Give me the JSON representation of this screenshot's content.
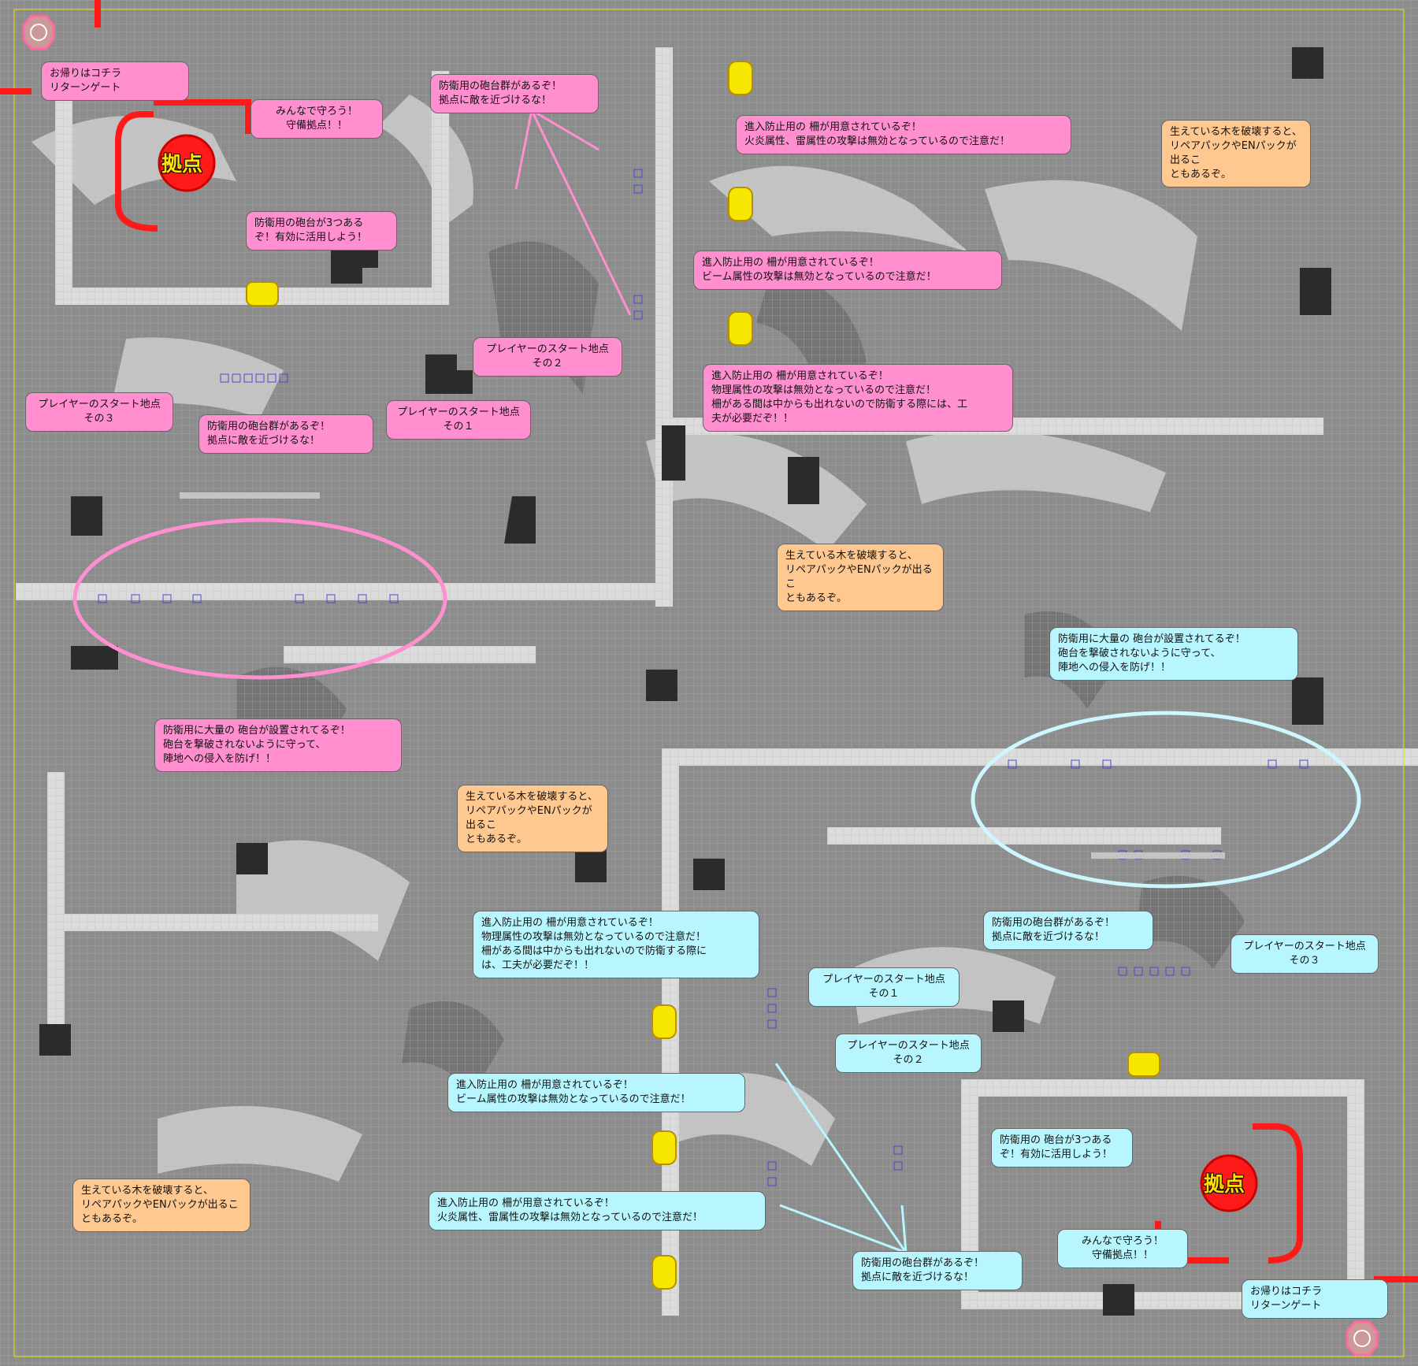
{
  "map": {
    "colors": {
      "ground": "#8c8c8c",
      "path": "#c4c4c4",
      "road": "#dcdcdc",
      "dark": "#6e6e6e",
      "tree": "#2b2b2b",
      "base_red": "#ff1a1a",
      "gate_yellow": "#f7e600",
      "callout_pink": "#ff8fcf",
      "callout_orange": "#ffc890",
      "callout_cyan": "#b7f6ff"
    },
    "icons": [
      "return-gate-icon",
      "base-icon",
      "barricade-gate-icon",
      "cannon-turret-icon",
      "tree-icon"
    ],
    "bases": [
      {
        "label": "拠点"
      },
      {
        "label": "拠点"
      }
    ],
    "callouts": {
      "p_return": "お帰りはコチラ\nリターンゲート",
      "p_protect": "みんなで守ろう！\n守備拠点！！",
      "p_turret3": "防衛用の砲台が3つある\nぞ！有効に活用しよう！",
      "p_turret_group_top": "防衛用の砲台群があるぞ！\n拠点に敵を近づけるな！",
      "p_start2": "プレイヤーのスタート地点\nその２",
      "p_start3": "プレイヤーのスタート地点\nその３",
      "p_turret_group_mid": "防衛用の砲台群があるぞ！\n拠点に敵を近づけるな！",
      "p_start1": "プレイヤーのスタート地点\nその１",
      "p_mass_turret": "防衛用に大量の 砲台が設置されてるぞ！\n砲台を撃破されないように守って、\n陣地への侵入を防げ！！",
      "c_gate_fire": "進入防止用の 柵が用意されているぞ！\n火炎属性、雷属性の攻撃は無効となっているので注意だ！",
      "c_gate_beam": "進入防止用の 柵が用意されているぞ！\nビーム属性の攻撃は無効となっているので注意だ！",
      "c_gate_phys": "進入防止用の 柵が用意されているぞ！\n物理属性の攻撃は無効となっているので注意だ！\n柵がある間は中からも出れないので防衛する際には、工\n夫が必要だぞ！！",
      "o_tree_tr": "生えている木を破壊すると、\nリペアパックやENパックが出るこ\nともあるぞ。",
      "o_tree_mid": "生えている木を破壊すると、\nリペアパックやENパックが出るこ\nともあるぞ。",
      "o_tree_c": "生えている木を破壊すると、\nリペアパックやENパックが出るこ\nともあるぞ。",
      "o_tree_bl": "生えている木を破壊すると、\nリペアパックやENパックが出るこ\nともあるぞ。",
      "c_mass_turret": "防衛用に大量の 砲台が設置されてるぞ！\n砲台を撃破されないように守って、\n陣地への侵入を防げ！！",
      "c_gate_phys2": "進入防止用の 柵が用意されているぞ！\n物理属性の攻撃は無効となっているので注意だ！\n柵がある間は中からも出れないので防衛する際に\nは、工夫が必要だぞ！！",
      "c_gate_beam2": "進入防止用の 柵が用意されているぞ！\nビーム属性の攻撃は無効となっているので注意だ！",
      "c_gate_fire2": "進入防止用の 柵が用意されているぞ！\n火炎属性、雷属性の攻撃は無効となっているので注意だ！",
      "c_turret_group_br": "防衛用の砲台群があるぞ！\n拠点に敵を近づけるな！",
      "c_start1": "プレイヤーのスタート地点\nその１",
      "c_start2": "プレイヤーのスタート地点\nその２",
      "c_start3": "プレイヤーのスタート地点\nその３",
      "c_turret_group_bottom": "防衛用の砲台群があるぞ！\n拠点に敵を近づけるな！",
      "c_turret3": "防衛用の 砲台が3つある\nぞ！有効に活用しよう！",
      "c_protect": "みんなで守ろう！\n守備拠点！！",
      "c_return": "お帰りはコチラ\nリターンゲート"
    }
  }
}
